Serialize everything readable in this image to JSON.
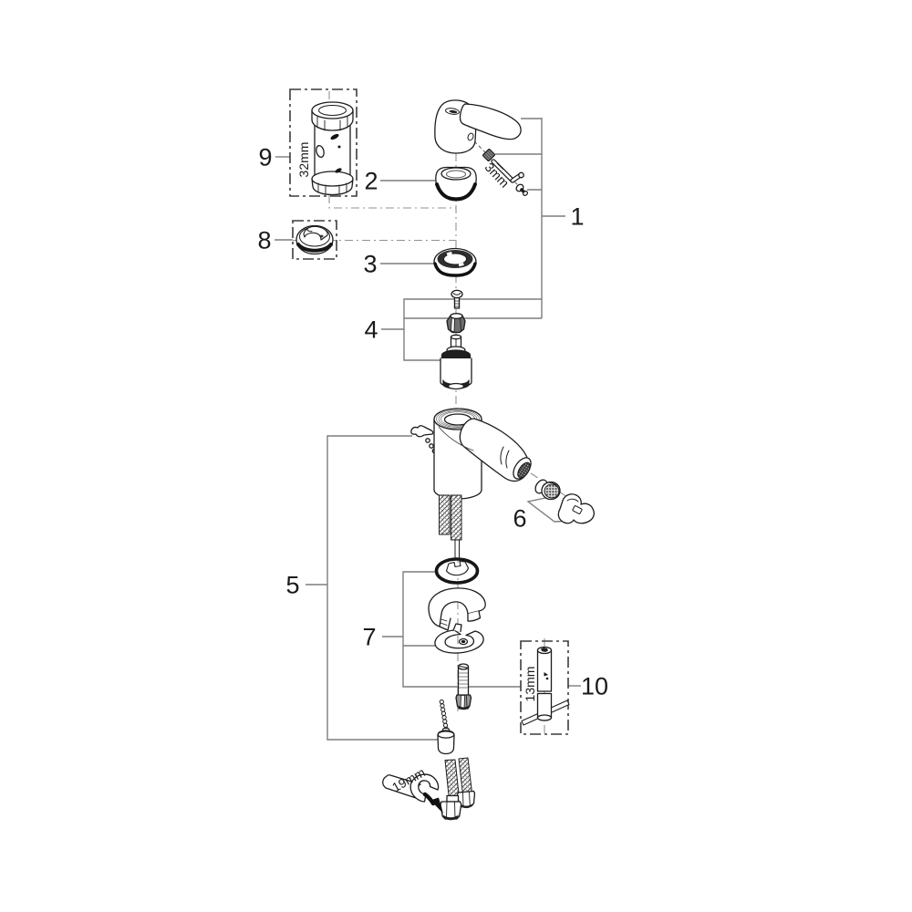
{
  "figure": {
    "type": "exploded-parts-diagram",
    "subject": "single-lever bidet faucet service parts",
    "background": "#ffffff",
    "outline_color": "#1c1c1c",
    "leader_color": "#7d7d7d",
    "centerline_color": "#929292"
  },
  "callouts": {
    "c1": "1",
    "c2": "2",
    "c3": "3",
    "c4": "4",
    "c5": "5",
    "c6": "6",
    "c7": "7",
    "c8": "8",
    "c9": "9",
    "c10": "10"
  },
  "dimensions": {
    "sleeve_tool": "32mm",
    "hex_key": "3mm",
    "socket_tool": "13mm",
    "wrench": "19mm"
  }
}
